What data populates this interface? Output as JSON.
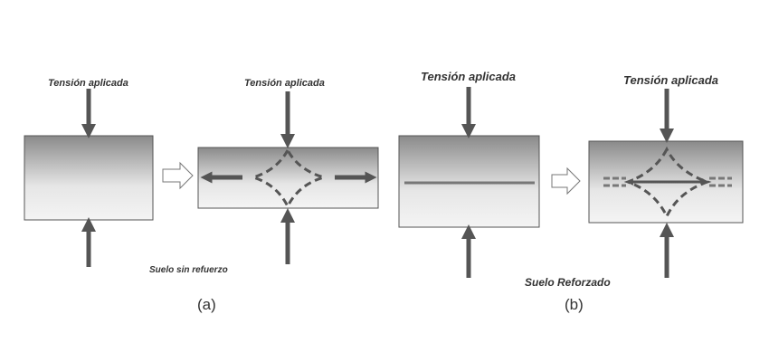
{
  "panel_a": {
    "stress_label_left": "Tensión aplicada",
    "stress_label_right": "Tensión aplicada",
    "soil_label": "Suelo sin refuerzo",
    "caption": "(a)"
  },
  "panel_b": {
    "stress_label_left": "Tensión aplicada",
    "stress_label_right": "Tensión aplicada",
    "soil_label": "Suelo Reforzado",
    "caption": "(b)"
  },
  "colors": {
    "arrow": "#555555",
    "block_top": "#8a8a8a",
    "block_bottom": "#f2f2f2",
    "block_border": "#555555",
    "reinforcement": "#777777",
    "dashed": "#555555",
    "text": "#333333"
  }
}
